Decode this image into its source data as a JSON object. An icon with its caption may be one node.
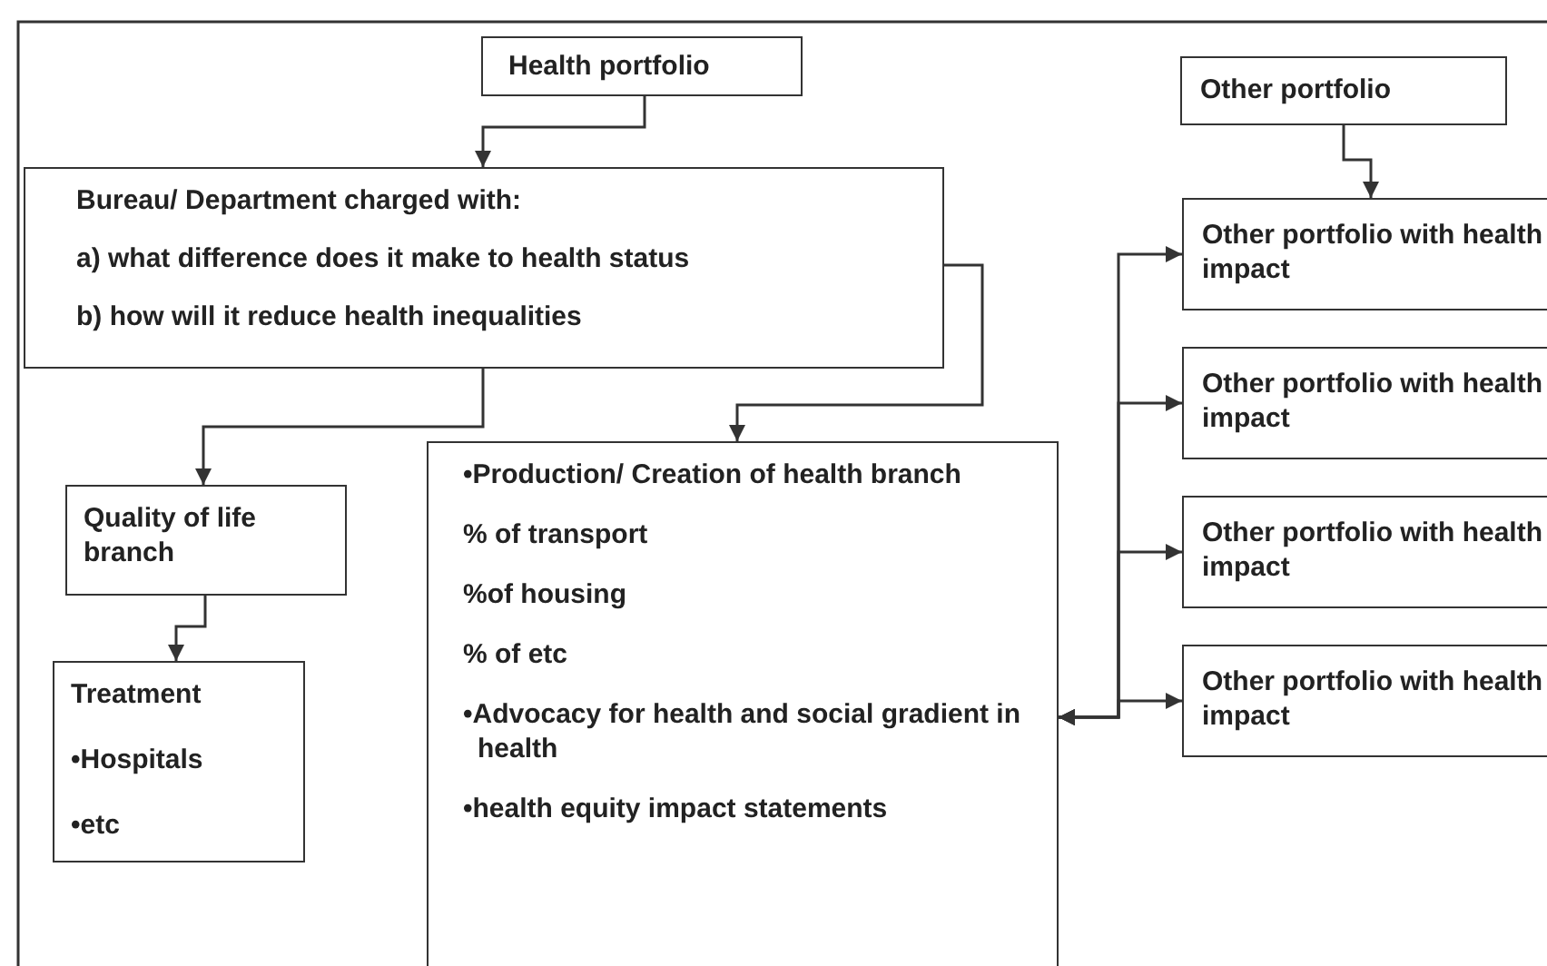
{
  "diagram": {
    "nodes": [
      {
        "text": [
          "Health portfolio"
        ]
      },
      {
        "text": [
          "Bureau/ Department charged with:",
          "a) what difference does it make to health status",
          "b) how will it reduce health inequalities"
        ]
      },
      {
        "text": [
          "Quality of life branch"
        ]
      },
      {
        "text": [
          "Treatment",
          "•Hospitals",
          "•etc"
        ]
      },
      {
        "text": [
          "•Production/ Creation of health branch",
          "% of transport",
          "%of housing",
          "% of etc",
          "•Advocacy for health and social gradient in health",
          "•health equity impact statements"
        ]
      },
      {
        "text": [
          "Other portfolio"
        ]
      },
      {
        "text": [
          "Other portfolio with health impact"
        ]
      },
      {
        "text": [
          "Other portfolio with health impact"
        ]
      },
      {
        "text": [
          "Other portfolio with health impact"
        ]
      },
      {
        "text": [
          "Other portfolio with health impact"
        ]
      }
    ],
    "edges": [
      {
        "from": 0,
        "to": 1,
        "arrow": "to"
      },
      {
        "from": 1,
        "to": 2,
        "arrow": "to"
      },
      {
        "from": 1,
        "to": 4,
        "arrow": "to"
      },
      {
        "from": 2,
        "to": 3,
        "arrow": "to"
      },
      {
        "from": 5,
        "to": 6,
        "arrow": "to"
      },
      {
        "from": 4,
        "to": 6,
        "arrow": "both"
      },
      {
        "from": 4,
        "to": 7,
        "arrow": "both"
      },
      {
        "from": 4,
        "to": 8,
        "arrow": "both"
      },
      {
        "from": 4,
        "to": 9,
        "arrow": "both"
      }
    ]
  }
}
